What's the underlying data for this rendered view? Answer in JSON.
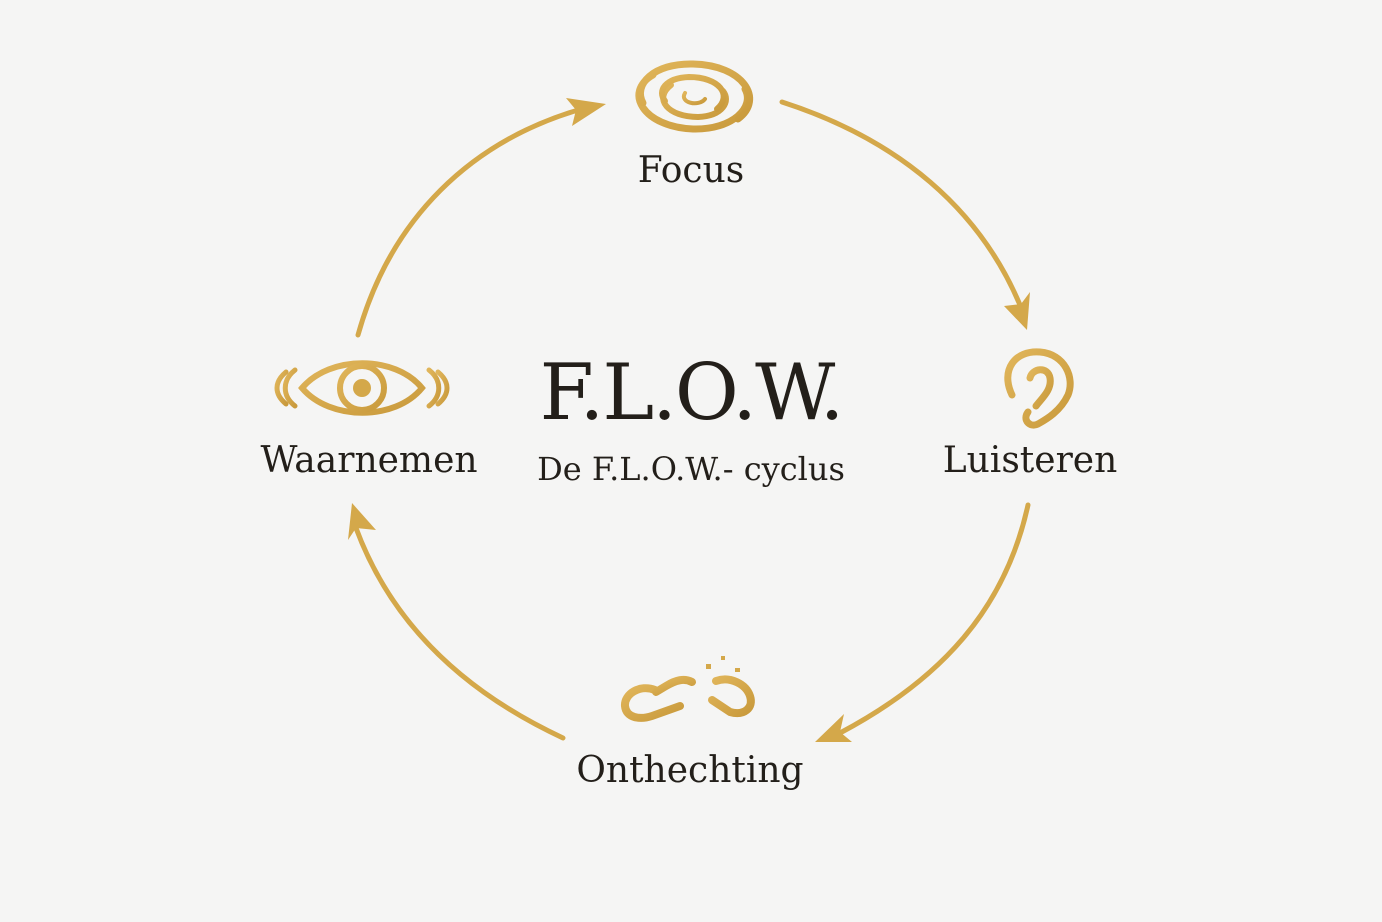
{
  "diagram": {
    "title": "F.L.O.W.",
    "subtitle": "De F.L.O.W.- cyclus",
    "accent_color": "#d4a84a",
    "text_color": "#231f1a",
    "nodes": [
      {
        "id": "focus",
        "label": "Focus",
        "icon": "spiral-icon"
      },
      {
        "id": "luisteren",
        "label": "Luisteren",
        "icon": "ear-icon"
      },
      {
        "id": "onthechting",
        "label": "Onthechting",
        "icon": "broken-chain-icon"
      },
      {
        "id": "waarnemen",
        "label": "Waarnemen",
        "icon": "eye-icon"
      }
    ],
    "edges": [
      {
        "from": "focus",
        "to": "luisteren"
      },
      {
        "from": "luisteren",
        "to": "onthechting"
      },
      {
        "from": "onthechting",
        "to": "waarnemen"
      },
      {
        "from": "waarnemen",
        "to": "focus"
      }
    ]
  }
}
